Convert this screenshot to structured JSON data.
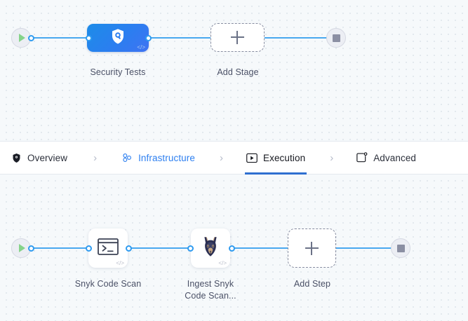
{
  "theme": {
    "canvas_bg": "#f6f9fb",
    "grid_dot": "#dfe6ec",
    "wire": "#49a8ef",
    "connector_ring": "#2f9bf0",
    "stage_blue_from": "#1d8ce8",
    "stage_blue_to": "#3f73f2",
    "accent_blue": "#2d7ff0",
    "active_underline": "#2f6fd0",
    "play_green": "#86d38a",
    "stop_gray": "#8b8fa3",
    "caption_text": "#4a5066"
  },
  "stage_pipeline": {
    "start_node": {
      "icon": "play-icon",
      "label": ""
    },
    "nodes": [
      {
        "id": "security-tests",
        "type": "stage",
        "icon": "shield-search-icon",
        "caption": "Security Tests",
        "code_badge": "</>"
      },
      {
        "id": "add-stage",
        "type": "add",
        "icon": "plus-icon",
        "caption": "Add Stage"
      }
    ],
    "end_node": {
      "icon": "stop-icon",
      "label": ""
    }
  },
  "tabs": [
    {
      "id": "overview",
      "label": "Overview",
      "icon": "shield-icon",
      "state": "default"
    },
    {
      "id": "infrastructure",
      "label": "Infrastructure",
      "icon": "infrastructure-nodes-icon",
      "state": "link"
    },
    {
      "id": "execution",
      "label": "Execution",
      "icon": "execution-play-box-icon",
      "state": "active"
    },
    {
      "id": "advanced",
      "label": "Advanced",
      "icon": "advanced-gear-box-icon",
      "state": "default"
    }
  ],
  "tab_separator": "›",
  "step_pipeline": {
    "start_node": {
      "icon": "play-icon",
      "label": ""
    },
    "nodes": [
      {
        "id": "snyk-code-scan",
        "type": "step",
        "icon": "terminal-icon",
        "caption": "Snyk Code Scan",
        "code_badge": "</>"
      },
      {
        "id": "ingest-snyk-code-scan",
        "type": "step",
        "icon": "snyk-doberman-icon",
        "caption": "Ingest Snyk\nCode Scan...",
        "caption_line1": "Ingest Snyk",
        "caption_line2": "Code Scan...",
        "code_badge": "</>"
      },
      {
        "id": "add-step",
        "type": "add",
        "icon": "plus-icon",
        "caption": "Add Step"
      }
    ],
    "end_node": {
      "icon": "stop-icon",
      "label": ""
    }
  }
}
